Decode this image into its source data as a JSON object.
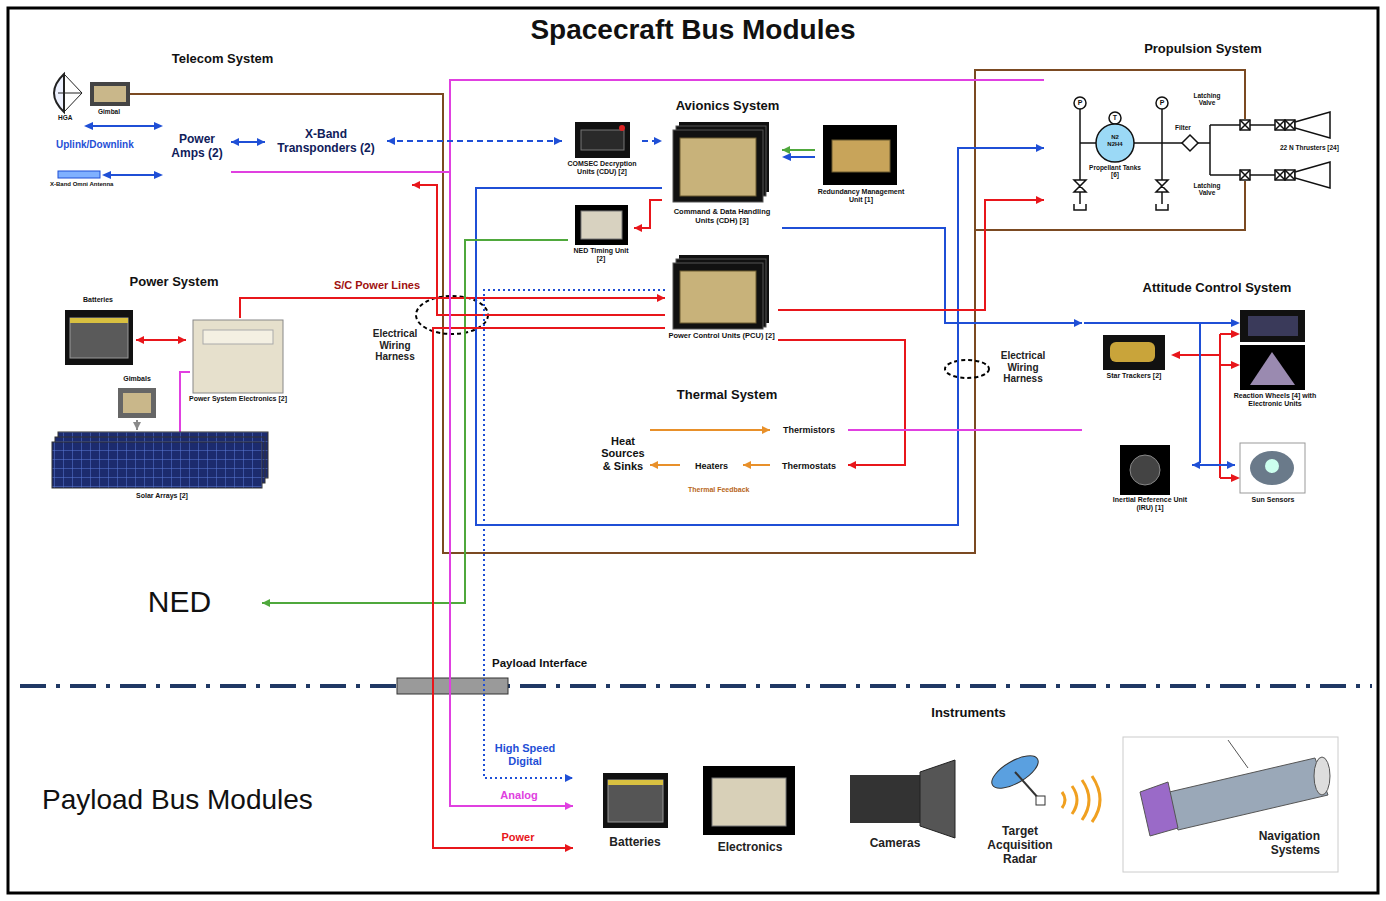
{
  "diagram": {
    "title": "Spacecraft Bus Modules",
    "nodes": [
      {
        "text": [
          "Telecom System"
        ]
      },
      {
        "text": [
          "Power Amps (2)"
        ],
        "in": 0
      },
      {
        "text": [
          "X-Band Transponders (2)"
        ],
        "in": 0
      },
      {
        "text": [
          "Avionics System"
        ]
      },
      {
        "text": [
          "COMSEC Decryption Units (CDU) [2]"
        ],
        "in": 3
      },
      {
        "text": [
          "Command & Data Handling Units (CDH) [3]"
        ],
        "in": 3
      },
      {
        "text": [
          "Redundancy Management Unit [1]"
        ],
        "in": 3
      },
      {
        "text": [
          "NED Timing Unit [2]"
        ],
        "in": 3
      },
      {
        "text": [
          "Power Control Units (PCU) [2]"
        ],
        "in": 3
      },
      {
        "text": [
          "Propulsion System"
        ]
      },
      {
        "text": [
          "N2 N2H4",
          "Propellant Tanks [6]"
        ],
        "in": 9
      },
      {
        "text": [
          "Power System"
        ]
      },
      {
        "text": [
          "Batteries"
        ],
        "in": 11
      },
      {
        "text": [
          "Power System Electronics [2]"
        ],
        "in": 11
      },
      {
        "text": [
          "Gimbals"
        ],
        "in": 11
      },
      {
        "text": [
          "Solar Arrays [2]"
        ],
        "in": 11
      },
      {
        "text": [
          "Attitude Control System"
        ]
      },
      {
        "text": [
          "Star Trackers [2]"
        ],
        "in": 16
      },
      {
        "text": [
          "Reaction Wheels [4] with Electronic Units"
        ],
        "in": 16
      },
      {
        "text": [
          "Inertial Reference Unit (IRU) [1]"
        ],
        "in": 16
      },
      {
        "text": [
          "Sun Sensors"
        ],
        "in": 16
      },
      {
        "text": [
          "Thermal System"
        ]
      },
      {
        "text": [
          "Heat Sources & Sinks"
        ],
        "in": 21
      },
      {
        "text": [
          "Thermistors"
        ],
        "in": 21
      },
      {
        "text": [
          "Heaters"
        ],
        "in": 21
      },
      {
        "text": [
          "Thermostats"
        ],
        "in": 21
      },
      {
        "text": [
          "NED"
        ]
      },
      {
        "text": [
          "Instruments"
        ]
      },
      {
        "text": [
          "Batteries"
        ],
        "in": 27
      },
      {
        "text": [
          "Electronics"
        ],
        "in": 27
      },
      {
        "text": [
          "Cameras"
        ],
        "in": 27
      },
      {
        "text": [
          "Target Acquisition Radar"
        ],
        "in": 27
      },
      {
        "text": [
          "Navigation Systems"
        ],
        "in": 27
      }
    ],
    "edges": [
      {
        "from": 1,
        "to": 2,
        "arrow": "both"
      },
      {
        "from": 2,
        "to": 4,
        "arrow": "both"
      },
      {
        "from": 4,
        "to": 5,
        "arrow": "to"
      },
      {
        "from": 6,
        "to": 5,
        "arrow": "to"
      },
      {
        "from": 5,
        "to": 7,
        "arrow": "to"
      },
      {
        "from": 13,
        "to": 8,
        "label": "S/C Power Lines",
        "arrow": "to"
      },
      {
        "from": 12,
        "to": 13,
        "arrow": "both"
      },
      {
        "from": 14,
        "to": 15,
        "arrow": "to"
      },
      {
        "from": 5,
        "to": 9,
        "arrow": "to"
      },
      {
        "from": 5,
        "to": 16,
        "arrow": "to"
      },
      {
        "from": 8,
        "to": 9,
        "arrow": "to"
      },
      {
        "from": 8,
        "to": 25,
        "arrow": "to"
      },
      {
        "from": 23,
        "to": 16,
        "arrow": "none"
      },
      {
        "from": 22,
        "to": 23,
        "arrow": "to"
      },
      {
        "from": 25,
        "to": 24,
        "arrow": "to"
      },
      {
        "from": 24,
        "to": 22,
        "arrow": "to"
      },
      {
        "from": 7,
        "to": 26,
        "arrow": "to"
      },
      {
        "from": 8,
        "to": 0,
        "arrow": "to"
      },
      {
        "from": 8,
        "to": 27,
        "label": "Power",
        "arrow": "to"
      },
      {
        "from": 1,
        "to": 27,
        "label": "Analog",
        "arrow": "to"
      },
      {
        "from": 8,
        "to": 27,
        "label": "High Speed Digital",
        "arrow": "to"
      },
      {
        "from": 19,
        "to": 20,
        "arrow": "both"
      }
    ],
    "labels": [
      "Uplink/Downlink",
      "HGA",
      "Gimbal",
      "X-Band Omni Antenna",
      "P",
      "T",
      "P",
      "Filter",
      "Latching Valve",
      "Latching Valve",
      "22 N Thrusters [24]",
      "Electrical Wiring Harness",
      "Electrical Wiring Harness",
      "Thermal Feedback",
      "Payload Interface",
      "Payload Bus Modules"
    ]
  }
}
